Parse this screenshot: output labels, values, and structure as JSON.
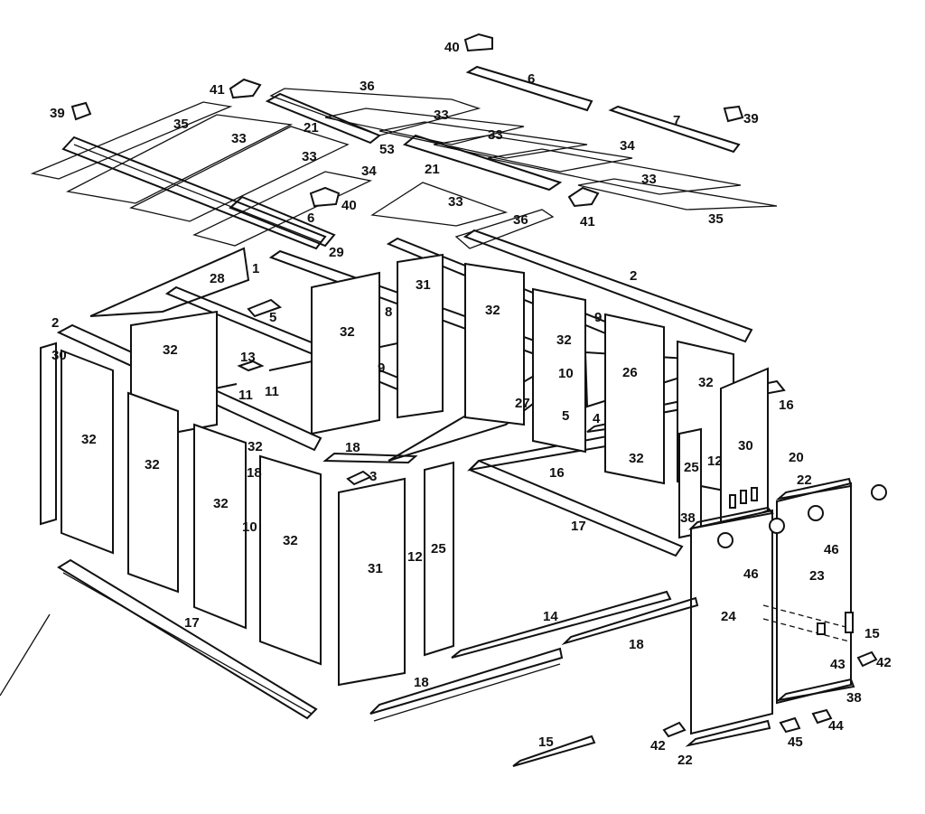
{
  "diagram": {
    "title": "",
    "labels": [
      "40",
      "6",
      "41",
      "36",
      "39",
      "35",
      "33",
      "7",
      "39",
      "33",
      "21",
      "33",
      "53",
      "34",
      "33",
      "34",
      "21",
      "33",
      "40",
      "6",
      "33",
      "41",
      "36",
      "35",
      "29",
      "2",
      "1",
      "28",
      "31",
      "32",
      "5",
      "32",
      "8",
      "9",
      "32",
      "2",
      "30",
      "32",
      "13",
      "9",
      "11",
      "11",
      "10",
      "26",
      "32",
      "27",
      "5",
      "4",
      "16",
      "32",
      "32",
      "16",
      "18",
      "30",
      "32",
      "20",
      "18",
      "3",
      "32",
      "32",
      "25",
      "12",
      "22",
      "10",
      "38",
      "32",
      "31",
      "12",
      "25",
      "17",
      "46",
      "46",
      "23",
      "24",
      "14",
      "18",
      "15",
      "17",
      "43",
      "42",
      "18",
      "38",
      "44",
      "42",
      "45",
      "22",
      "15"
    ]
  }
}
